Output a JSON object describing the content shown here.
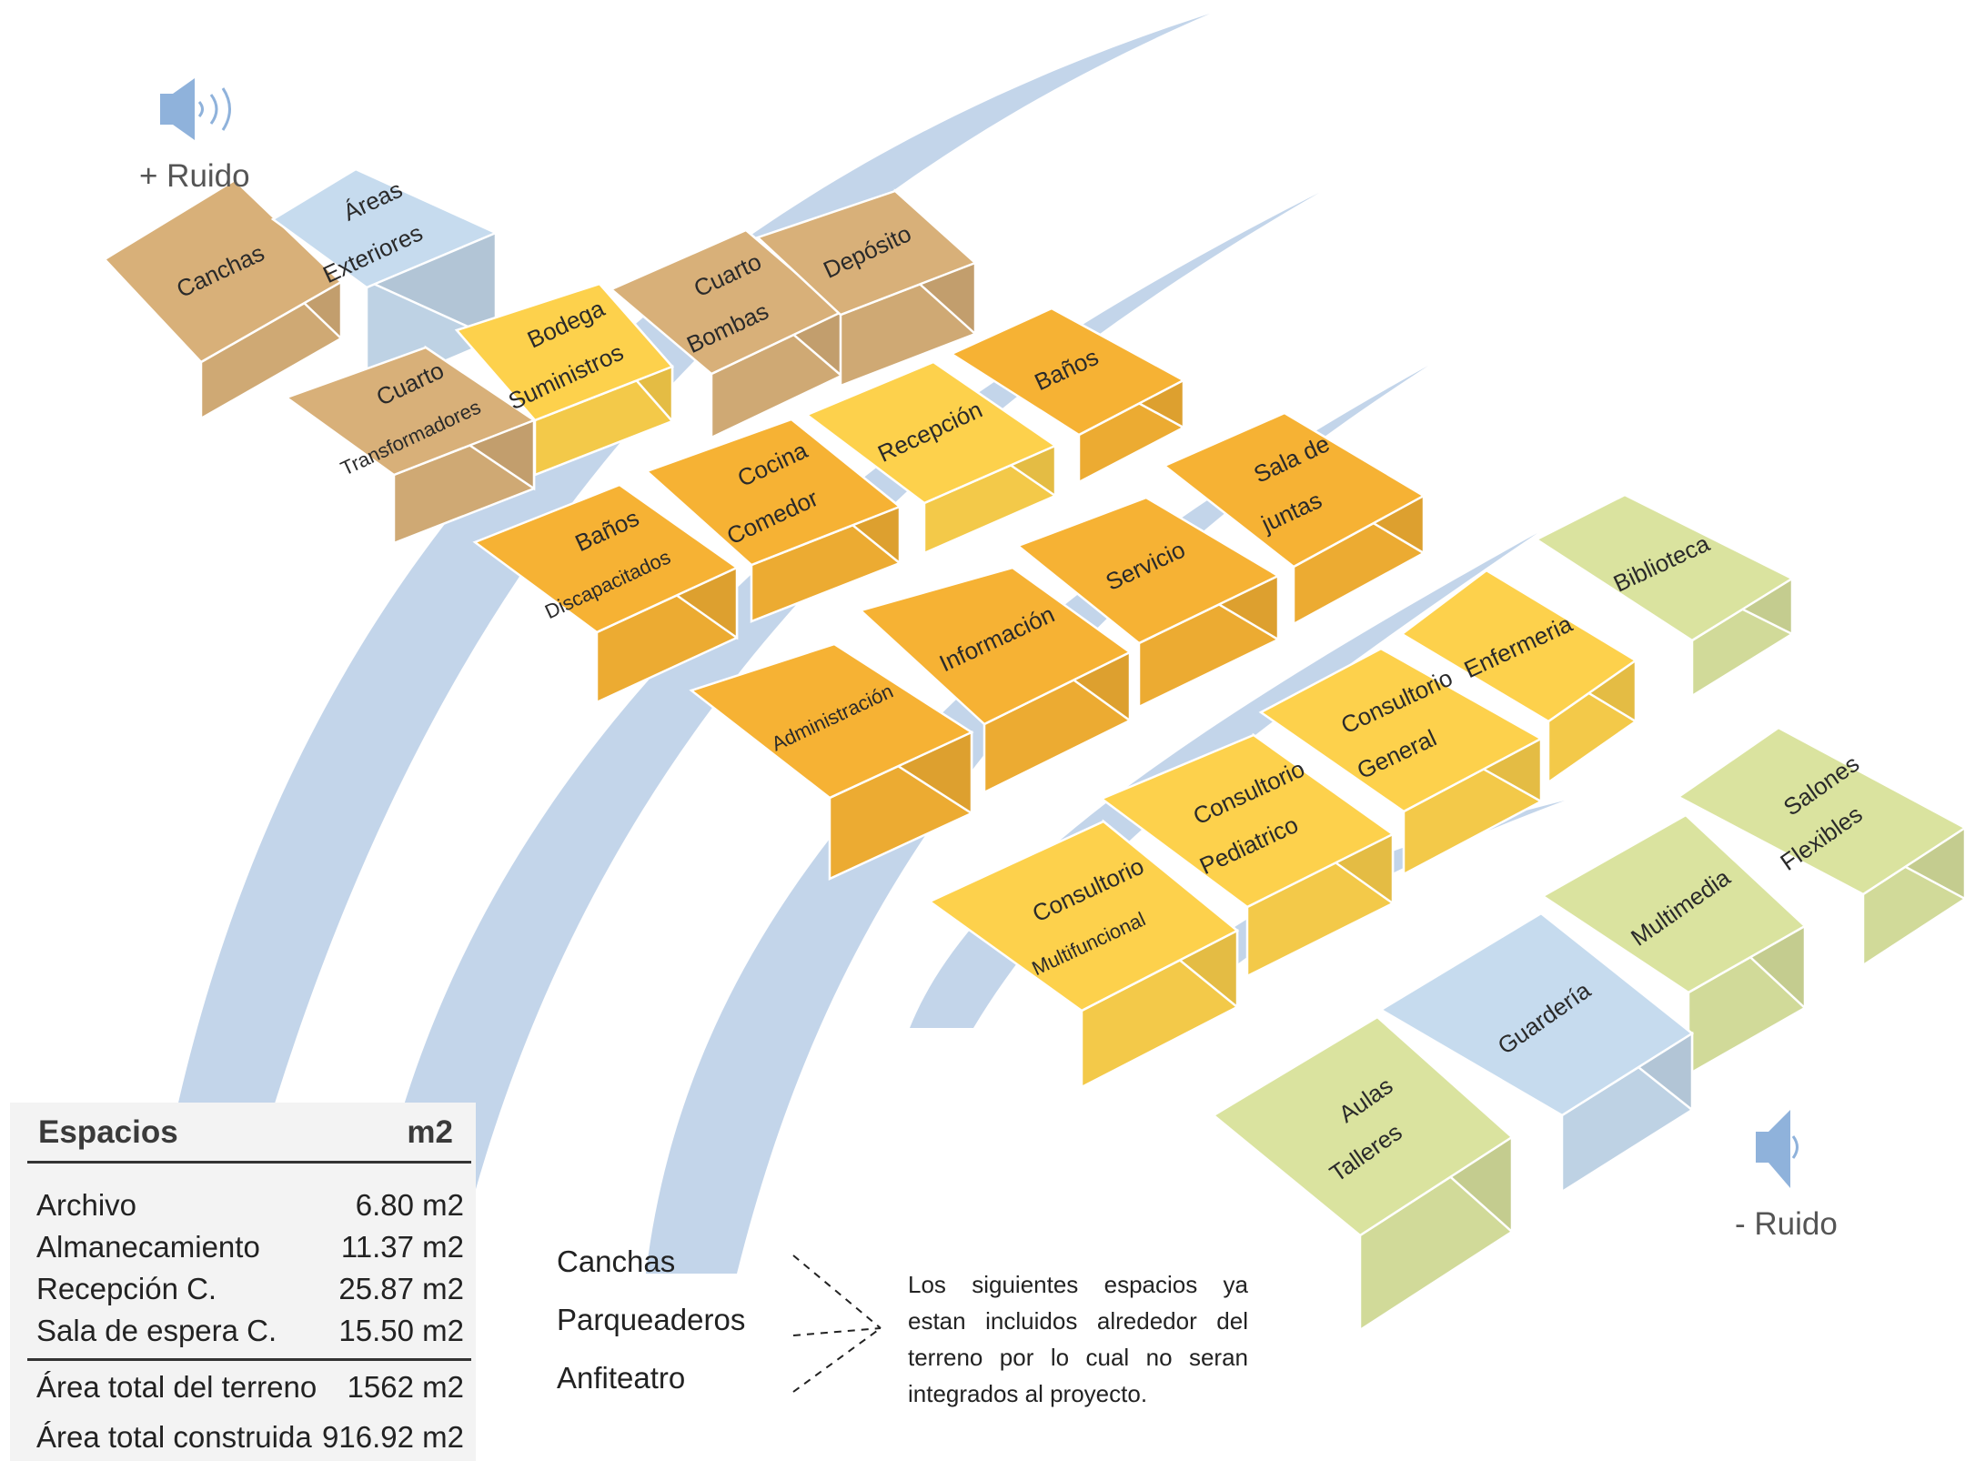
{
  "noise": {
    "high_label": "+ Ruido",
    "low_label": "- Ruido"
  },
  "colors": {
    "brown": "#d8b079",
    "blue": "#c6dbee",
    "yellow": "#fdd14c",
    "orange": "#f6b234",
    "green": "#dae39f",
    "arc": "#c3d5ea"
  },
  "blocks": [
    {
      "lines": [
        "Canchas"
      ],
      "color": "brown"
    },
    {
      "lines": [
        "Áreas",
        "Exteriores"
      ],
      "color": "blue"
    },
    {
      "lines": [
        "Cuarto",
        "Bombas"
      ],
      "color": "brown"
    },
    {
      "lines": [
        "Depósito"
      ],
      "color": "brown"
    },
    {
      "lines": [
        "Cuarto",
        "Transformadores"
      ],
      "color": "brown"
    },
    {
      "lines": [
        "Bodega",
        "Suministros"
      ],
      "color": "yellow"
    },
    {
      "lines": [
        "Baños"
      ],
      "color": "orange"
    },
    {
      "lines": [
        "Recepción"
      ],
      "color": "yellow"
    },
    {
      "lines": [
        "Cocina",
        "Comedor"
      ],
      "color": "orange"
    },
    {
      "lines": [
        "Baños",
        "Discapacitados"
      ],
      "color": "orange"
    },
    {
      "lines": [
        "Sala de",
        "juntas"
      ],
      "color": "orange"
    },
    {
      "lines": [
        "Servicio"
      ],
      "color": "orange"
    },
    {
      "lines": [
        "Información"
      ],
      "color": "orange"
    },
    {
      "lines": [
        "Administración"
      ],
      "color": "orange"
    },
    {
      "lines": [
        "Biblioteca"
      ],
      "color": "green"
    },
    {
      "lines": [
        "Enfermeria"
      ],
      "color": "yellow"
    },
    {
      "lines": [
        "Consultorio",
        "General"
      ],
      "color": "yellow"
    },
    {
      "lines": [
        "Consultorio",
        "Pediatrico"
      ],
      "color": "yellow"
    },
    {
      "lines": [
        "Consultorio",
        "Multifuncional"
      ],
      "color": "yellow"
    },
    {
      "lines": [
        "Salones",
        "Flexibles"
      ],
      "color": "green"
    },
    {
      "lines": [
        "Multimedia"
      ],
      "color": "green"
    },
    {
      "lines": [
        "Guardería"
      ],
      "color": "blue"
    },
    {
      "lines": [
        "Aulas",
        "Talleres"
      ],
      "color": "green"
    }
  ],
  "table": {
    "header": {
      "name": "Espacios",
      "unit": "m2"
    },
    "rows": [
      {
        "name": "Archivo",
        "value": "6.80 m2"
      },
      {
        "name": "Almanecamiento",
        "value": "11.37 m2"
      },
      {
        "name": "Recepción C.",
        "value": "25.87 m2"
      },
      {
        "name": "Sala de espera C.",
        "value": "15.50 m2"
      }
    ],
    "totals": [
      {
        "name": "Área total del terreno",
        "value": "1562 m2"
      },
      {
        "name": "Área total construida",
        "value": "916.92 m2"
      }
    ]
  },
  "external_spaces": [
    "Canchas",
    "Parqueaderos",
    "Anfiteatro"
  ],
  "note": "Los siguientes espacios ya estan incluidos alrededor del terreno por lo cual no seran integrados al proyecto."
}
